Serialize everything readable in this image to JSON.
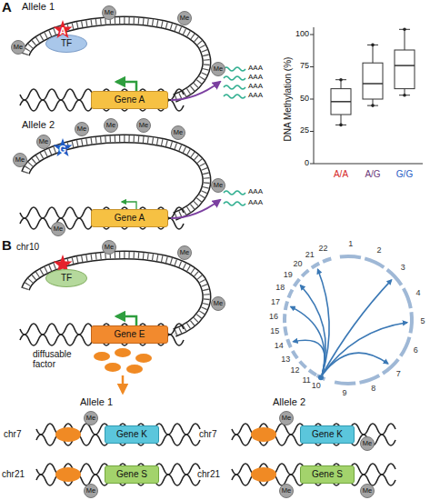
{
  "diagram": {
    "nodes": [
      {
        "text": [
          "Me"
        ]
      },
      {
        "text": [
          "Me"
        ]
      },
      {
        "text": [
          "A"
        ]
      },
      {
        "text": [
          "TF"
        ]
      },
      {
        "text": [
          "Me"
        ]
      },
      {
        "text": [
          "Me"
        ]
      },
      {
        "text": [
          "Gene A"
        ]
      },
      {
        "text": [
          "Me"
        ]
      },
      {
        "text": [
          "Me"
        ]
      },
      {
        "text": [
          "Me"
        ]
      },
      {
        "text": [
          "Me"
        ]
      },
      {
        "text": [
          "Me"
        ]
      },
      {
        "text": [
          "G"
        ]
      },
      {
        "text": [
          "Me"
        ]
      },
      {
        "text": [
          "Me"
        ]
      },
      {
        "text": [
          "Gene A"
        ]
      },
      {
        "text": [
          "Me"
        ]
      },
      {
        "text": [
          "Me"
        ]
      },
      {
        "text": [
          "Me"
        ]
      },
      {
        "text": [
          "TF"
        ]
      },
      {
        "text": [
          "Me"
        ]
      },
      {
        "text": [
          "Gene E"
        ]
      },
      {
        "text": [
          "Me"
        ]
      },
      {
        "text": [
          "Gene K"
        ]
      },
      {
        "text": [
          "Gene S"
        ]
      },
      {
        "text": [
          "Me"
        ]
      },
      {
        "text": [
          "Me"
        ]
      },
      {
        "text": [
          "Gene K"
        ]
      },
      {
        "text": [
          "Me"
        ]
      },
      {
        "text": [
          "Gene S"
        ]
      },
      {
        "text": [
          "Me"
        ]
      },
      {
        "text": [
          "Me"
        ]
      }
    ],
    "labels": [
      "A",
      "Allele 1",
      "AAA",
      "AAA",
      "AAA",
      "AAA",
      "Allele 2",
      "AAA",
      "AAA",
      "DNA Methylation (%)",
      "100",
      "75",
      "50",
      "25",
      "0",
      "A/A",
      "A/G",
      "G/G",
      "B",
      "chr10",
      "diffusable factor",
      "Allele 1",
      "Allele 2",
      "chr7",
      "chr21",
      "chr7",
      "chr21",
      "1",
      "2",
      "3",
      "4",
      "5",
      "6",
      "7",
      "8",
      "9",
      "10",
      "11",
      "12",
      "13",
      "14",
      "15",
      "16",
      "17",
      "18",
      "19",
      "20",
      "21",
      "22"
    ]
  }
}
